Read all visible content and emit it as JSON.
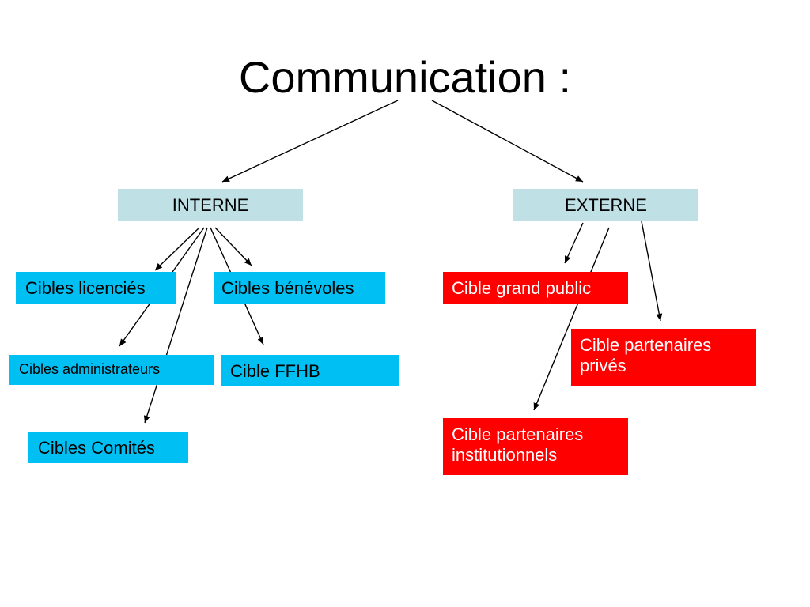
{
  "title": "Communication :",
  "categories": {
    "interne": "INTERNE",
    "externe": "EXTERNE"
  },
  "interne_targets": {
    "licencies": "Cibles licenciés",
    "benevoles": "Cibles bénévoles",
    "administrateurs": "Cibles administrateurs",
    "ffhb": "Cible FFHB",
    "comites": "Cibles Comités"
  },
  "externe_targets": {
    "grand_public": "Cible grand public",
    "partenaires_prives": "Cible partenaires privés",
    "partenaires_institutionnels": "Cible partenaires institutionnels"
  },
  "colors": {
    "category_fill": "#bfe0e4",
    "interne_target_fill": "#00bff3",
    "externe_target_fill": "#ff0000"
  }
}
